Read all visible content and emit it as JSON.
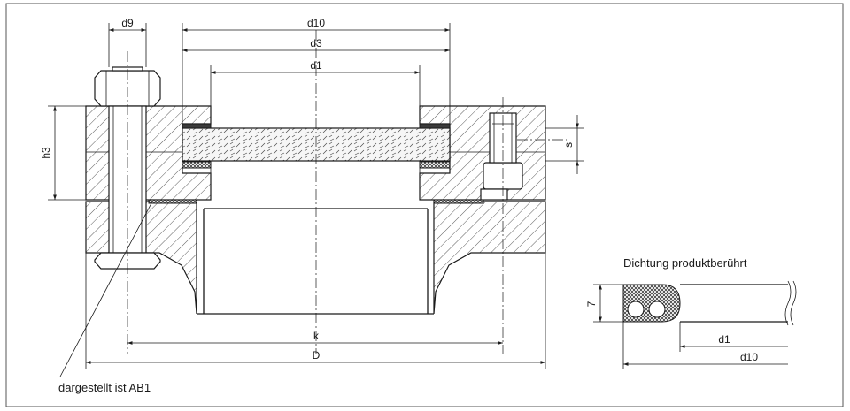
{
  "labels": {
    "d9": "d9",
    "d10": "d10",
    "d3": "d3",
    "d1": "d1",
    "h3": "h3",
    "s": "s",
    "k": "k",
    "D": "D",
    "note": "dargestellt ist AB1",
    "gasket_title": "Dichtung produktberührt",
    "gasket_height": "7",
    "gasket_d1": "d1",
    "gasket_d10": "d10"
  }
}
